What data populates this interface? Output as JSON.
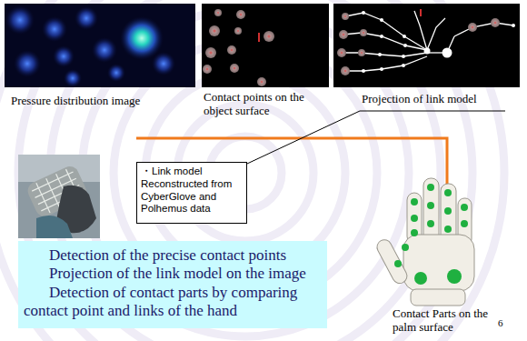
{
  "diagram": {
    "nodes": [
      {
        "text": [
          "・Link model Reconstructed from CyberGlove and Polhemus data"
        ]
      },
      {
        "text": [
          "Detection of the precise contact points",
          "Projection of the link model on the image",
          "Detection of contact parts by comparing contact point and links of the hand"
        ]
      }
    ],
    "labels": [
      "Pressure distribution image",
      "Contact points on the object surface",
      "Projection of link model",
      "Contact Parts on the palm surface",
      "6"
    ]
  }
}
